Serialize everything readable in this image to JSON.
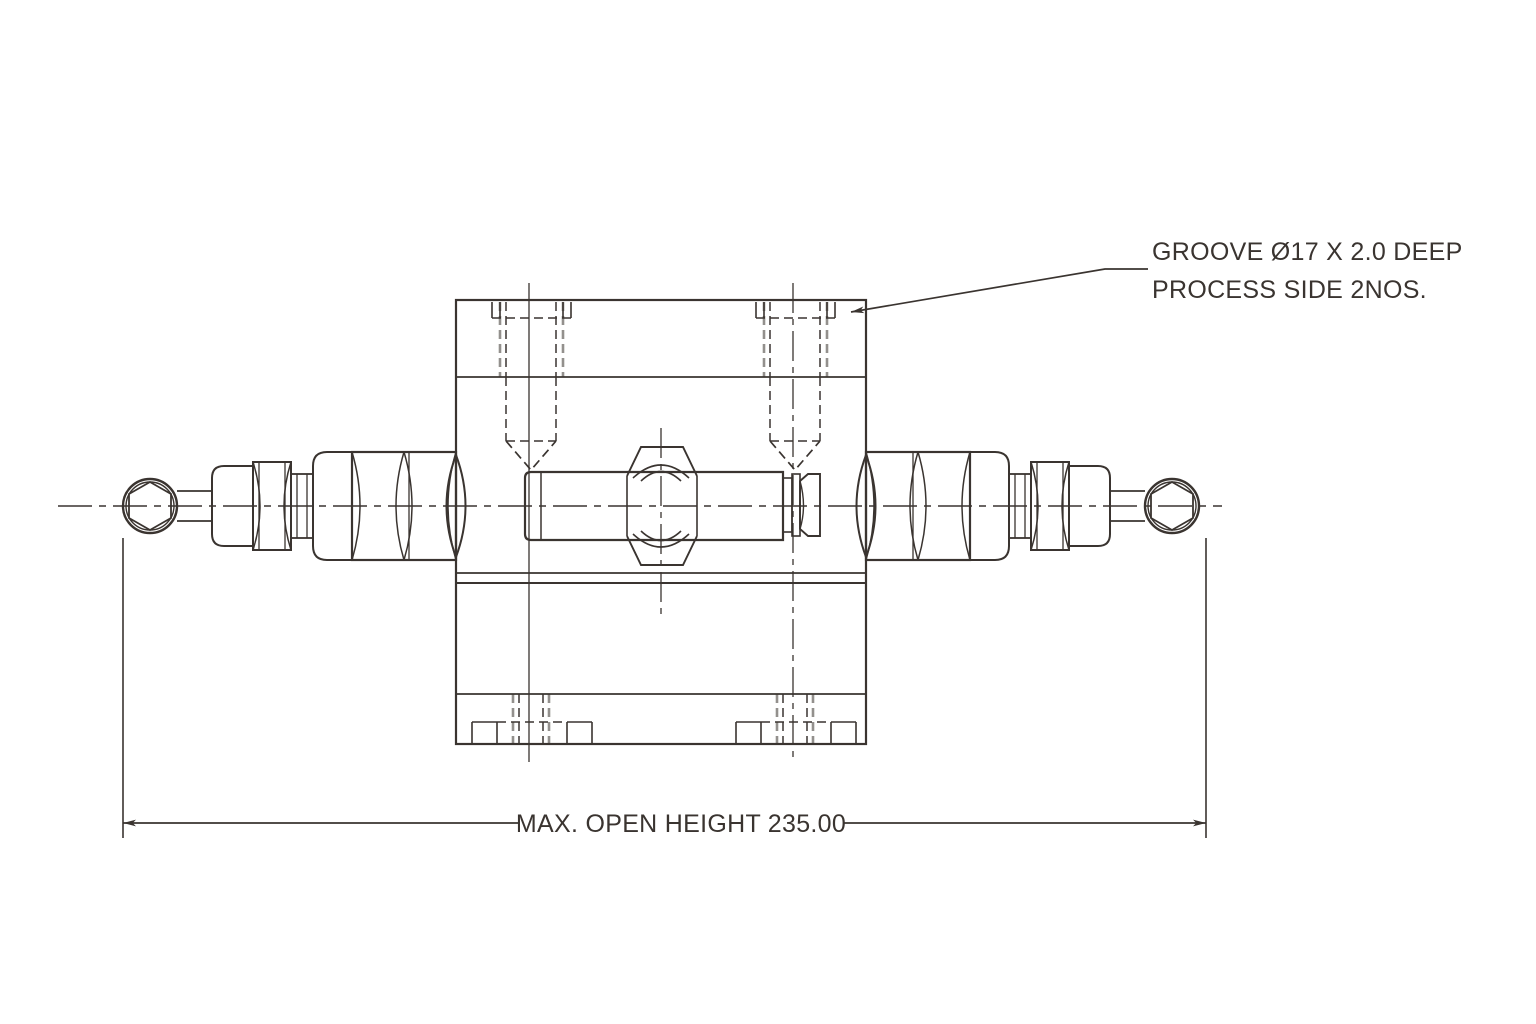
{
  "drawing": {
    "title": "Valve Assembly Front Elevation",
    "background_color": "#ffffff",
    "line_color": "#3a3430",
    "annotations": {
      "groove_note": {
        "line1": "GROOVE Ø17 X 2.0 DEEP",
        "line2": "PROCESS SIDE 2NOS."
      },
      "overall_dimension": {
        "label": "MAX. OPEN HEIGHT 235.00",
        "value": "235.00"
      }
    },
    "components": {
      "body_label": "valve-body",
      "left_fitting_label": "left-tube-fitting",
      "right_fitting_label": "right-tube-fitting",
      "center_bolt_label": "center-bolt-assembly",
      "top_tapped_holes": "2",
      "bottom_tapped_holes": "2"
    }
  }
}
